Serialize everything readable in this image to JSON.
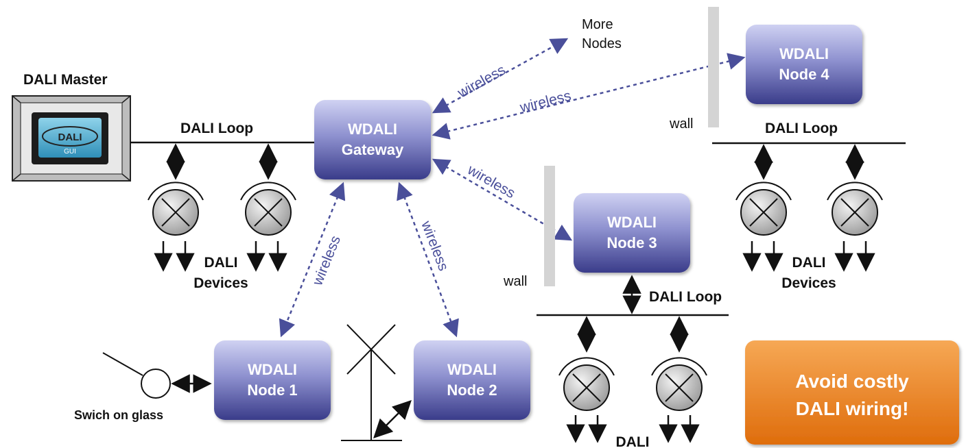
{
  "labels": {
    "dali_master": "DALI Master",
    "gui_dali": "DALI",
    "gui_text": "GUI",
    "dali_loop": "DALI Loop",
    "dali": "DALI",
    "devices": "Devices",
    "wall": "wall",
    "more": "More",
    "nodes": "Nodes",
    "wireless": "wireless",
    "switch_on_glass": "Swich on glass"
  },
  "boxes": {
    "gateway": {
      "line1": "WDALI",
      "line2": "Gateway"
    },
    "node1": {
      "line1": "WDALI",
      "line2": "Node 1"
    },
    "node2": {
      "line1": "WDALI",
      "line2": "Node 2"
    },
    "node3": {
      "line1": "WDALI",
      "line2": "Node 3"
    },
    "node4": {
      "line1": "WDALI",
      "line2": "Node 4"
    }
  },
  "callout": {
    "line1": "Avoid costly",
    "line2": "DALI wiring!"
  },
  "colors": {
    "node_top": "#c9cbef",
    "node_bottom": "#3d3f8e",
    "wireless": "#4a4f9a",
    "callout_top": "#f4a04a",
    "callout_bottom": "#e07010",
    "wall": "#d4d4d4"
  }
}
